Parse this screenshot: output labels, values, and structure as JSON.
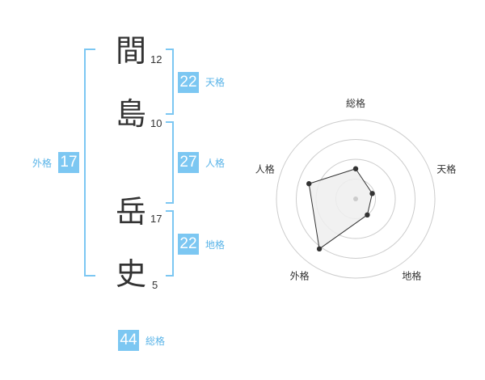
{
  "name": {
    "chars": [
      {
        "char": "間",
        "strokes": "12"
      },
      {
        "char": "島",
        "strokes": "10"
      },
      {
        "char": "岳",
        "strokes": "17"
      },
      {
        "char": "史",
        "strokes": "5"
      }
    ]
  },
  "kakusu": {
    "tenkaku": {
      "value": "22",
      "label": "天格"
    },
    "jinkaku": {
      "value": "27",
      "label": "人格"
    },
    "chikaku": {
      "value": "22",
      "label": "地格"
    },
    "gaikaku": {
      "value": "17",
      "label": "外格"
    },
    "soukaku": {
      "value": "44",
      "label": "総格"
    }
  },
  "radar": {
    "axes": [
      "総格",
      "天格",
      "地格",
      "外格",
      "人格"
    ],
    "values": [
      0.38,
      0.22,
      0.25,
      0.78,
      0.62
    ],
    "rings": 4
  },
  "colors": {
    "accent": "#7cc7f2",
    "label": "#5ab4e8",
    "radar_fill": "#eeeeee",
    "radar_ring": "#cccccc"
  }
}
